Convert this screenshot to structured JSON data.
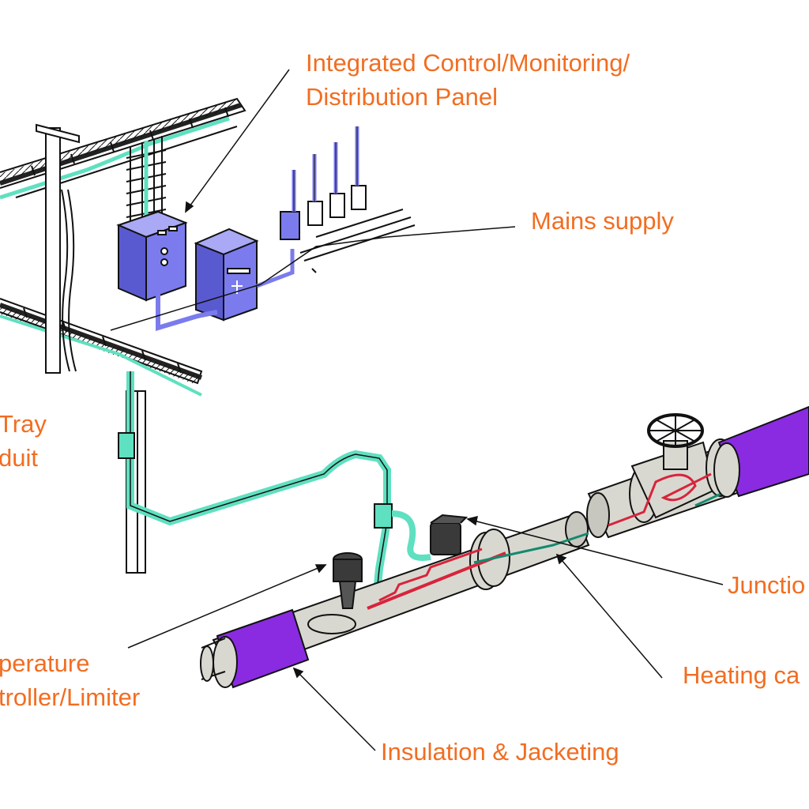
{
  "labels": {
    "panel_line1": "Integrated Control/Monitoring/",
    "panel_line2": "Distribution Panel",
    "mains": "Mains supply",
    "tray_line1": "Tray",
    "tray_line2": "duit",
    "junction": "Junctio",
    "heating": "Heating ca",
    "temp_line1": "perature",
    "temp_line2": "troller/Limiter",
    "insulation": "Insulation & Jacketing"
  },
  "colors": {
    "label_text": "#f26d21",
    "panel_blue": "#7b7bee",
    "conduit_teal": "#5fe0c0",
    "insulation_purple": "#8a2be2",
    "pipe_grey": "#d9d8d0",
    "heating_cable_red": "#d8243b",
    "outline": "#1a1a1a"
  }
}
